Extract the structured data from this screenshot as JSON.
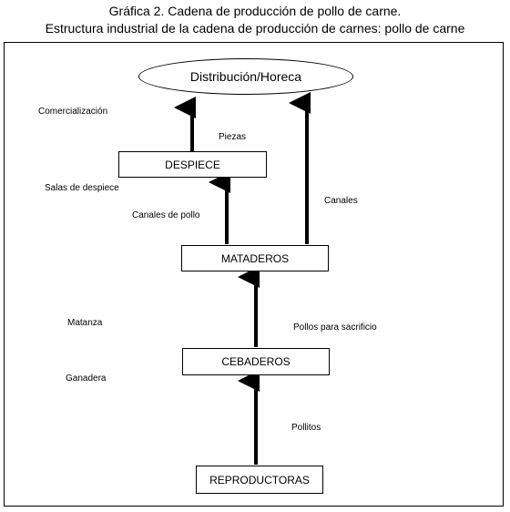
{
  "title": "Gráfica 2. Cadena de producción de pollo de carne.",
  "subtitle": "Estructura industrial de la cadena de producción de carnes: pollo de carne",
  "nodes": {
    "distribucion": "Distribución/Horeca",
    "despiece": "DESPIECE",
    "mataderos": "MATADEROS",
    "cebaderos": "CEBADEROS",
    "reproductoras": "REPRODUCTORAS"
  },
  "stages": {
    "comercializacion": "Comercialización",
    "salas_despiece": "Salas de despiece",
    "matanza": "Matanza",
    "ganadera": "Ganadera"
  },
  "flows": {
    "piezas": "Piezas",
    "canales_de_pollo": "Canales de pollo",
    "canales": "Canales",
    "pollos_sacrificio": "Pollos para sacrificio",
    "pollitos": "Pollitos"
  }
}
